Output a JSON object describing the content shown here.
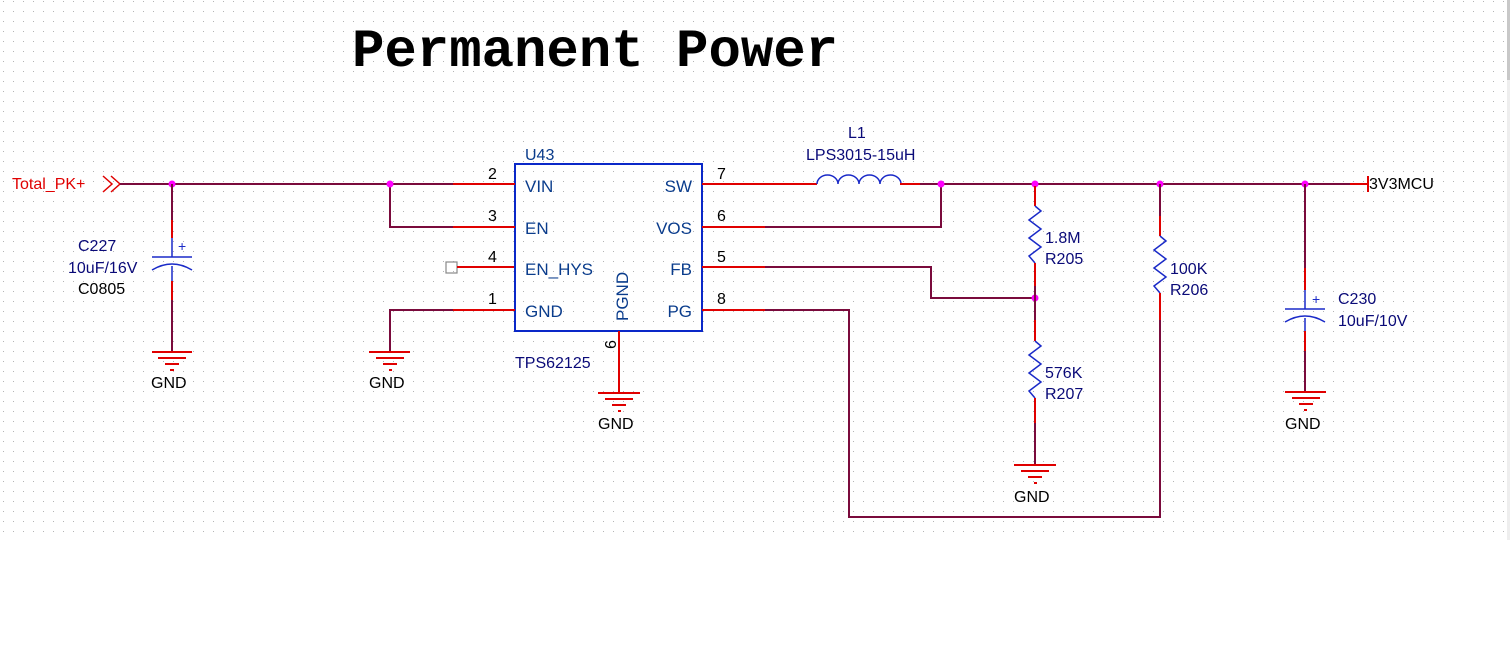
{
  "title": "Permanent Power",
  "ports": {
    "input": "Total_PK+",
    "output": "3V3MCU"
  },
  "ic": {
    "refdes": "U43",
    "part": "TPS62125",
    "pins_left": [
      {
        "num": "2",
        "name": "VIN"
      },
      {
        "num": "3",
        "name": "EN"
      },
      {
        "num": "4",
        "name": "EN_HYS"
      },
      {
        "num": "1",
        "name": "GND"
      }
    ],
    "pins_right": [
      {
        "num": "7",
        "name": "SW"
      },
      {
        "num": "6",
        "name": "VOS"
      },
      {
        "num": "5",
        "name": "FB"
      },
      {
        "num": "8",
        "name": "PG"
      }
    ],
    "pin_bottom": {
      "num": "9",
      "name": "PGND"
    }
  },
  "components": {
    "c227": {
      "refdes": "C227",
      "value": "10uF/16V",
      "footprint": "C0805",
      "polarity": "+"
    },
    "c230": {
      "refdes": "C230",
      "value": "10uF/10V",
      "polarity": "+"
    },
    "l1": {
      "refdes": "L1",
      "value": "LPS3015-15uH"
    },
    "r205": {
      "refdes": "R205",
      "value": "1.8M"
    },
    "r206": {
      "refdes": "R206",
      "value": "100K"
    },
    "r207": {
      "refdes": "R207",
      "value": "576K"
    }
  },
  "ground_label": "GND",
  "colors": {
    "wire": "#7a0a3c",
    "pin": "#e00000",
    "component": "#0a28c8",
    "junction": "#ff00ff",
    "port": "#e00000"
  }
}
